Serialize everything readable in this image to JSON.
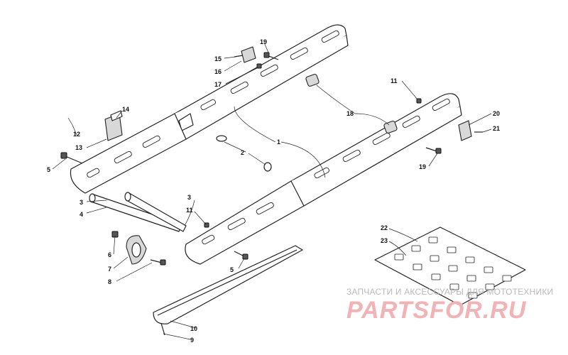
{
  "callouts": [
    {
      "id": "c1",
      "label": "1"
    },
    {
      "id": "c2",
      "label": "2"
    },
    {
      "id": "c3a",
      "label": "3"
    },
    {
      "id": "c3b",
      "label": "3"
    },
    {
      "id": "c4",
      "label": "4"
    },
    {
      "id": "c5a",
      "label": "5"
    },
    {
      "id": "c5b",
      "label": "5"
    },
    {
      "id": "c6",
      "label": "6"
    },
    {
      "id": "c7",
      "label": "7"
    },
    {
      "id": "c8",
      "label": "8"
    },
    {
      "id": "c9",
      "label": "9"
    },
    {
      "id": "c10",
      "label": "10"
    },
    {
      "id": "c11a",
      "label": "11"
    },
    {
      "id": "c11b",
      "label": "11"
    },
    {
      "id": "c12",
      "label": "12"
    },
    {
      "id": "c13",
      "label": "13"
    },
    {
      "id": "c14",
      "label": "14"
    },
    {
      "id": "c15",
      "label": "15"
    },
    {
      "id": "c16",
      "label": "16"
    },
    {
      "id": "c17",
      "label": "17"
    },
    {
      "id": "c18",
      "label": "18"
    },
    {
      "id": "c19a",
      "label": "19"
    },
    {
      "id": "c19b",
      "label": "19"
    },
    {
      "id": "c20",
      "label": "20"
    },
    {
      "id": "c21",
      "label": "21"
    },
    {
      "id": "c22",
      "label": "22"
    },
    {
      "id": "c23",
      "label": "23"
    }
  ],
  "watermark": {
    "tagline": "ЗАПЧАСТИ И АКСЕССУАРЫ ДЛЯ МОТОТЕХНИКИ",
    "logo": "PARTSFOR.RU",
    "color": "#f2b3b6"
  }
}
